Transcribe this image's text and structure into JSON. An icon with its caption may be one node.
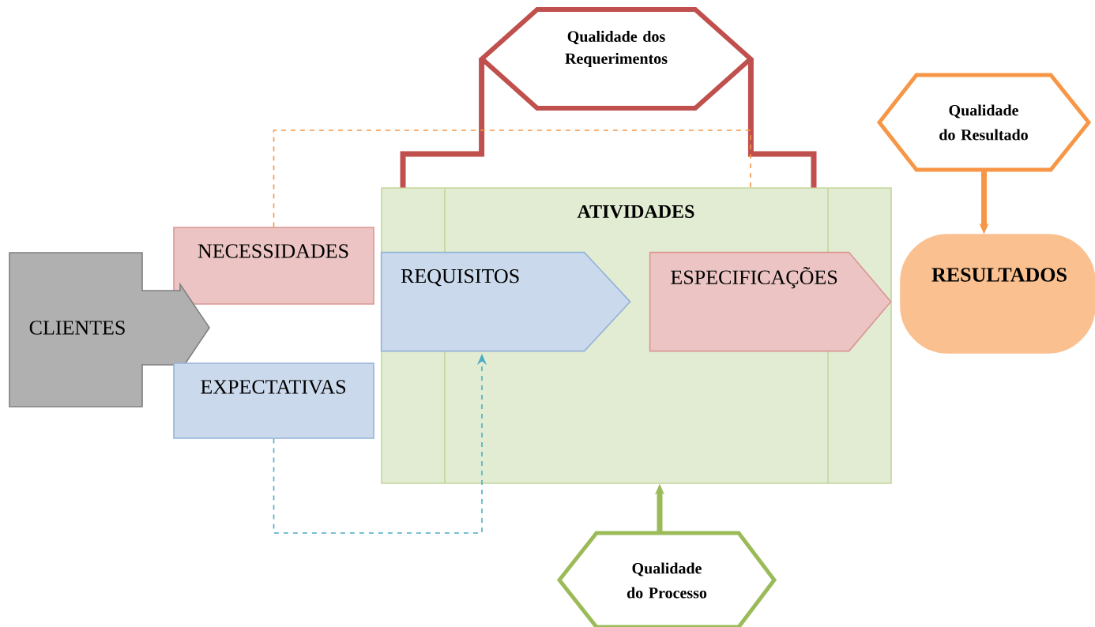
{
  "diagram": {
    "nodes": [
      {
        "text": [
          "Qualidade dos Requerimentos"
        ]
      },
      {
        "text": [
          "Qualidade do Resultado"
        ]
      },
      {
        "text": [
          "ATIVIDADES"
        ]
      },
      {
        "text": [
          "NECESSIDADES"
        ]
      },
      {
        "text": [
          "CLIENTES"
        ]
      },
      {
        "text": [
          "EXPECTATIVAS"
        ]
      },
      {
        "text": [
          "REQUISITOS"
        ],
        "in": 2
      },
      {
        "text": [
          "ESPECIFICAÇÕES"
        ],
        "in": 2
      },
      {
        "text": [
          "RESULTADOS"
        ]
      },
      {
        "text": [
          "Qualidade do Processo"
        ]
      }
    ],
    "edges": [
      {
        "from": 0,
        "to": 2,
        "arrow": "none",
        "color": "#c0504d"
      },
      {
        "from": 0,
        "to": 2,
        "arrow": "none",
        "color": "#c0504d"
      },
      {
        "from": 3,
        "to": 2,
        "arrow": "none",
        "style": "dashed",
        "color": "#f79646"
      },
      {
        "from": 5,
        "to": 6,
        "arrow": "to",
        "style": "dashed",
        "color": "#4bacc6"
      },
      {
        "from": 1,
        "to": 8,
        "arrow": "to",
        "color": "#f79646"
      },
      {
        "from": 9,
        "to": 2,
        "arrow": "to",
        "color": "#9bbb59"
      }
    ]
  }
}
